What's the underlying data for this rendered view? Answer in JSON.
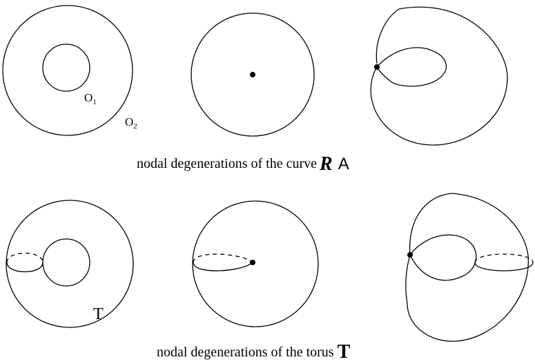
{
  "labels": {
    "o1": "O",
    "o1_sub": "1",
    "o2": "O",
    "o2_sub": "2",
    "torus_t": "T"
  },
  "captions": {
    "curve_text": "nodal degenerations of the curve",
    "curve_symbol_1": "R",
    "curve_symbol_2": "A",
    "torus_text": "nodal degenerations of the torus",
    "torus_symbol": "T"
  }
}
